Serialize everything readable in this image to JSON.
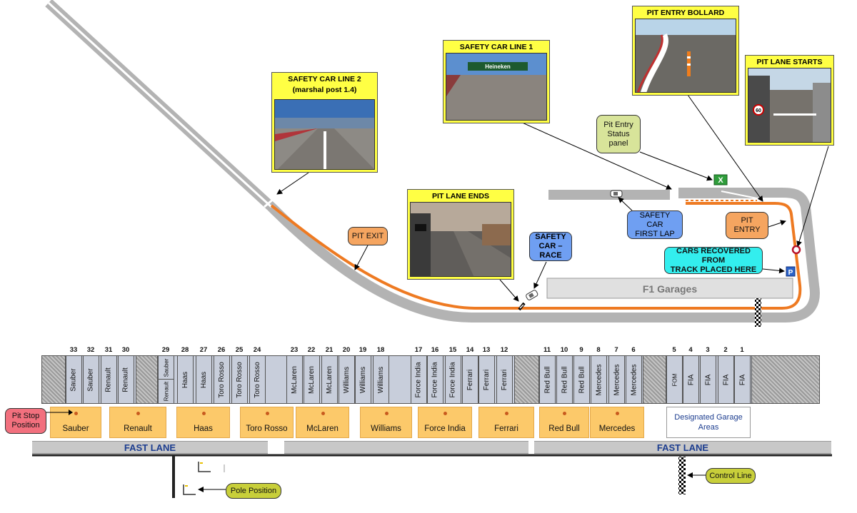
{
  "callouts": {
    "safety_car_line_2": "SAFETY CAR LINE 2",
    "safety_car_line_2_sub": "(marshal post 1.4)",
    "safety_car_line_1": "SAFETY CAR LINE 1",
    "pit_entry_bollard": "PIT ENTRY BOLLARD",
    "pit_lane_starts": "PIT LANE STARTS",
    "pit_lane_ends": "PIT LANE ENDS",
    "pit_entry_status_l1": "Pit Entry",
    "pit_entry_status_l2": "Status",
    "pit_entry_status_l3": "panel",
    "pit_exit": "PIT EXIT",
    "safety_car_race_l1": "SAFETY CAR –",
    "safety_car_race_l2": "RACE",
    "safety_car_first_lap_l1": "SAFETY CAR",
    "safety_car_first_lap_l2": "FIRST LAP",
    "pit_entry_l1": "PIT",
    "pit_entry_l2": "ENTRY",
    "cars_recovered_l1": "CARS RECOVERED FROM",
    "cars_recovered_l2": "TRACK PLACED HERE",
    "pit_stop_l1": "Pit Stop",
    "pit_stop_l2": "Position",
    "pole_position": "Pole Position",
    "control_line": "Control Line"
  },
  "f1_garages": "F1 Garages",
  "photo_text": {
    "heineken": "Heineken",
    "speed": "60"
  },
  "icons": {
    "pit_entry_status": "x-mark-icon",
    "parking": "parking-icon"
  },
  "parking_letter": "P",
  "status_mark": "X",
  "garages": [
    {
      "num": "33",
      "team": "Sauber"
    },
    {
      "num": "32",
      "team": "Sauber"
    },
    {
      "num": "31",
      "team": "Renault"
    },
    {
      "num": "30",
      "team": "Renault"
    },
    {
      "num": "29",
      "team": "Sauber",
      "team2": "Renault"
    },
    {
      "num": "28",
      "team": "Haas"
    },
    {
      "num": "27",
      "team": "Haas"
    },
    {
      "num": "26",
      "team": "Toro Rosso"
    },
    {
      "num": "25",
      "team": "Toro Rosso"
    },
    {
      "num": "24",
      "team": "Toro Rosso"
    },
    {
      "num": "23",
      "team": "McLaren"
    },
    {
      "num": "22",
      "team": "McLaren"
    },
    {
      "num": "21",
      "team": "McLaren"
    },
    {
      "num": "20",
      "team": "Williams"
    },
    {
      "num": "19",
      "team": "Williams"
    },
    {
      "num": "18",
      "team": "Williams"
    },
    {
      "num": "17",
      "team": "Force India"
    },
    {
      "num": "16",
      "team": "Force India"
    },
    {
      "num": "15",
      "team": "Force India"
    },
    {
      "num": "14",
      "team": "Ferrari"
    },
    {
      "num": "13",
      "team": "Ferrari"
    },
    {
      "num": "12",
      "team": "Ferrari"
    },
    {
      "num": "11",
      "team": "Red Bull"
    },
    {
      "num": "10",
      "team": "Red Bull"
    },
    {
      "num": "9",
      "team": "Red Bull"
    },
    {
      "num": "8",
      "team": "Mercedes"
    },
    {
      "num": "7",
      "team": "Mercedes"
    },
    {
      "num": "6",
      "team": "Mercedes"
    },
    {
      "num": "5",
      "team": "FOM"
    },
    {
      "num": "4",
      "team": "FIA"
    },
    {
      "num": "3",
      "team": "FIA"
    },
    {
      "num": "2",
      "team": "FIA"
    },
    {
      "num": "1",
      "team": "FIA"
    }
  ],
  "pit_boxes": [
    "Sauber",
    "Renault",
    "Haas",
    "Toro Rosso",
    "McLaren",
    "Williams",
    "Force India",
    "Ferrari",
    "Red Bull",
    "Mercedes"
  ],
  "designated_l1": "Designated Garage",
  "designated_l2": "Areas",
  "fast_lane": "FAST LANE",
  "fast_lane_2": "FAST LANE",
  "colors": {
    "track": "#b3b3b3",
    "pit_lane": "#ee7a22",
    "callout_yellow": "#ffff44",
    "callout_orange": "#f5a560",
    "callout_blue": "#6f9ff2",
    "callout_cyan": "#33eeee",
    "pit_box": "#fcc96a",
    "fast_lane_text": "#1c3d8f"
  }
}
